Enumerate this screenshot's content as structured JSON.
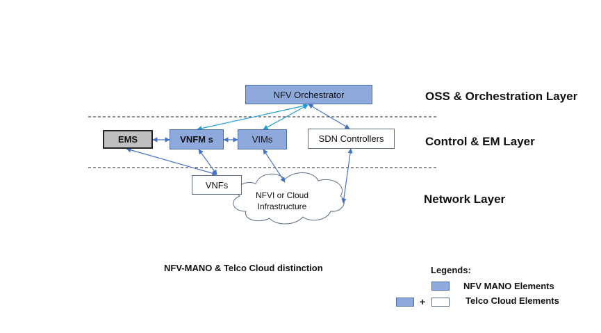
{
  "diagram": {
    "nodes": {
      "orchestrator": "NFV Orchestrator",
      "ems": "EMS",
      "vnfm": "VNFM s",
      "vims": "VIMs",
      "sdn": "SDN Controllers",
      "vnfs": "VNFs",
      "nfvi_line1": "NFVI or Cloud",
      "nfvi_line2": "Infrastructure"
    },
    "layers": {
      "oss": "OSS & Orchestration Layer",
      "control": "Control & EM Layer",
      "network": "Network Layer"
    },
    "caption": "NFV-MANO & Telco Cloud distinction",
    "legend": {
      "title": "Legends:",
      "mano": "NFV MANO Elements",
      "plus": "+",
      "telco": "Telco Cloud Elements"
    }
  },
  "colors": {
    "mano_fill": "#8ea9db",
    "telco_fill": "#ffffff",
    "ems_fill": "#c0c0c0",
    "arrow": "#4472c4",
    "arrow_light": "#1e9bd7"
  }
}
